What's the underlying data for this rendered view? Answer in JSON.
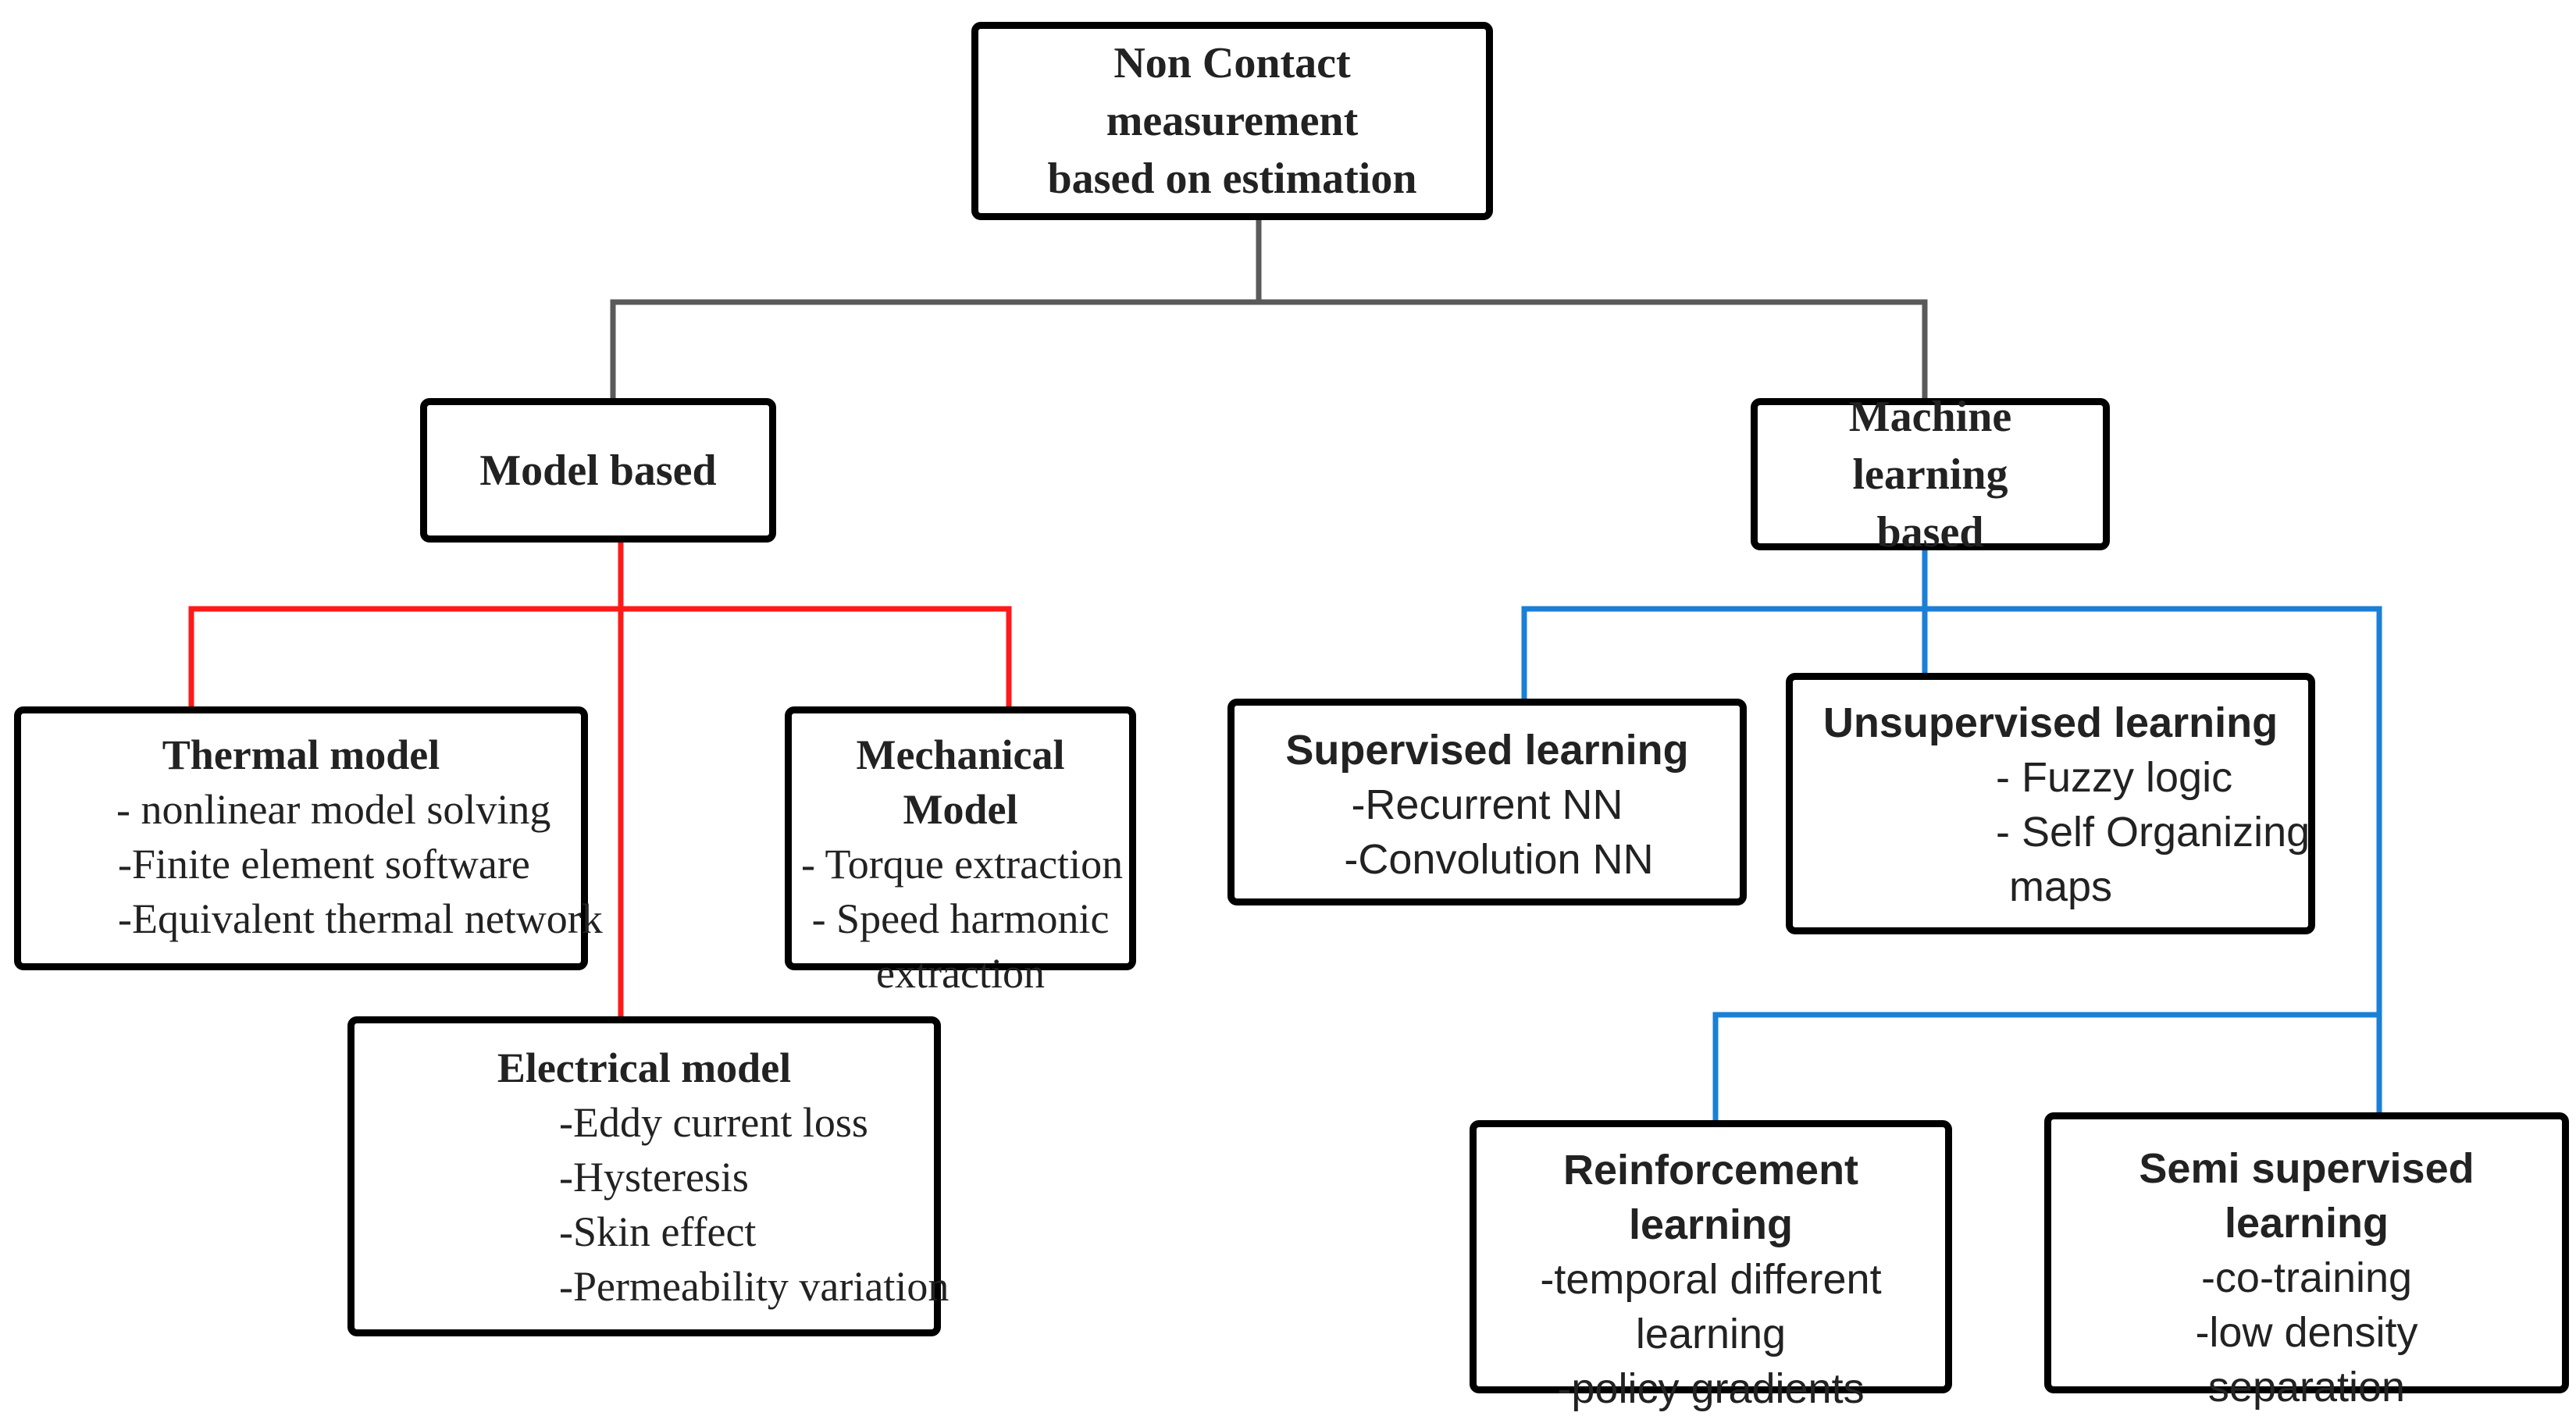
{
  "colors": {
    "trunk": "#5a5a5a",
    "model_branch": "#ff1a1a",
    "ml_branch": "#1b7fd6",
    "border": "#000000",
    "text": "#222222"
  },
  "root": {
    "line1": "Non Contact measurement",
    "line2": "based on estimation"
  },
  "model_based": {
    "title": "Model based",
    "thermal": {
      "title": "Thermal model",
      "items": [
        "- nonlinear model solving",
        "-Finite element software",
        "-Equivalent thermal network"
      ]
    },
    "mechanical": {
      "title": "Mechanical Model",
      "items": [
        "- Torque extraction",
        "- Speed harmonic",
        "extraction"
      ]
    },
    "electrical": {
      "title": "Electrical model",
      "items": [
        "-Eddy current loss",
        "-Hysteresis",
        "-Skin effect",
        "-Permeability variation"
      ]
    }
  },
  "ml_based": {
    "line1": "Machine learning",
    "line2": "based",
    "supervised": {
      "title": "Supervised learning",
      "items": [
        "-Recurrent NN",
        "-Convolution NN"
      ]
    },
    "unsupervised": {
      "title": "Unsupervised learning",
      "items": [
        "- Fuzzy logic",
        "- Self Organizing",
        "maps"
      ]
    },
    "reinforcement": {
      "title": "Reinforcement learning",
      "items": [
        "-temporal different",
        "learning",
        "-policy gradients"
      ]
    },
    "semi": {
      "title": "Semi supervised learning",
      "items": [
        "-co-training",
        "-low density",
        "separation"
      ]
    }
  }
}
